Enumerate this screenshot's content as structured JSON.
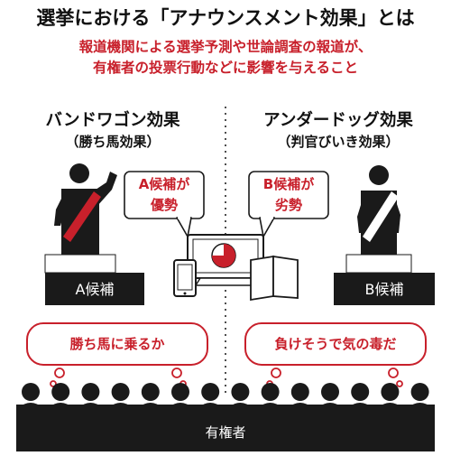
{
  "title": "選挙における「アナウンスメント効果」とは",
  "subtitle": {
    "line1": "報道機関による選挙予測や世論調査の報道が、",
    "line2": "有権者の投票行動などに影響を与えること"
  },
  "bandwagon": {
    "title": "バンドワゴン効果",
    "subtitle": "（勝ち馬効果）",
    "bubble_line1": "A候補が",
    "bubble_line2": "優勢",
    "candidate": "A候補",
    "thought": "勝ち馬に乗るか"
  },
  "underdog": {
    "title": "アンダードッグ効果",
    "subtitle": "（判官びいき効果）",
    "bubble_line1": "B候補が",
    "bubble_line2": "劣勢",
    "candidate": "B候補",
    "thought": "負けそうで気の毒だ"
  },
  "voters_label": "有権者",
  "colors": {
    "accent_red": "#c8202b",
    "text_black": "#111111",
    "silhouette": "#1a1a1a"
  },
  "icons": [
    "person-with-sash-icon",
    "tv-screen-icon",
    "smartphone-icon",
    "newspaper-icon",
    "crowd-icon"
  ]
}
